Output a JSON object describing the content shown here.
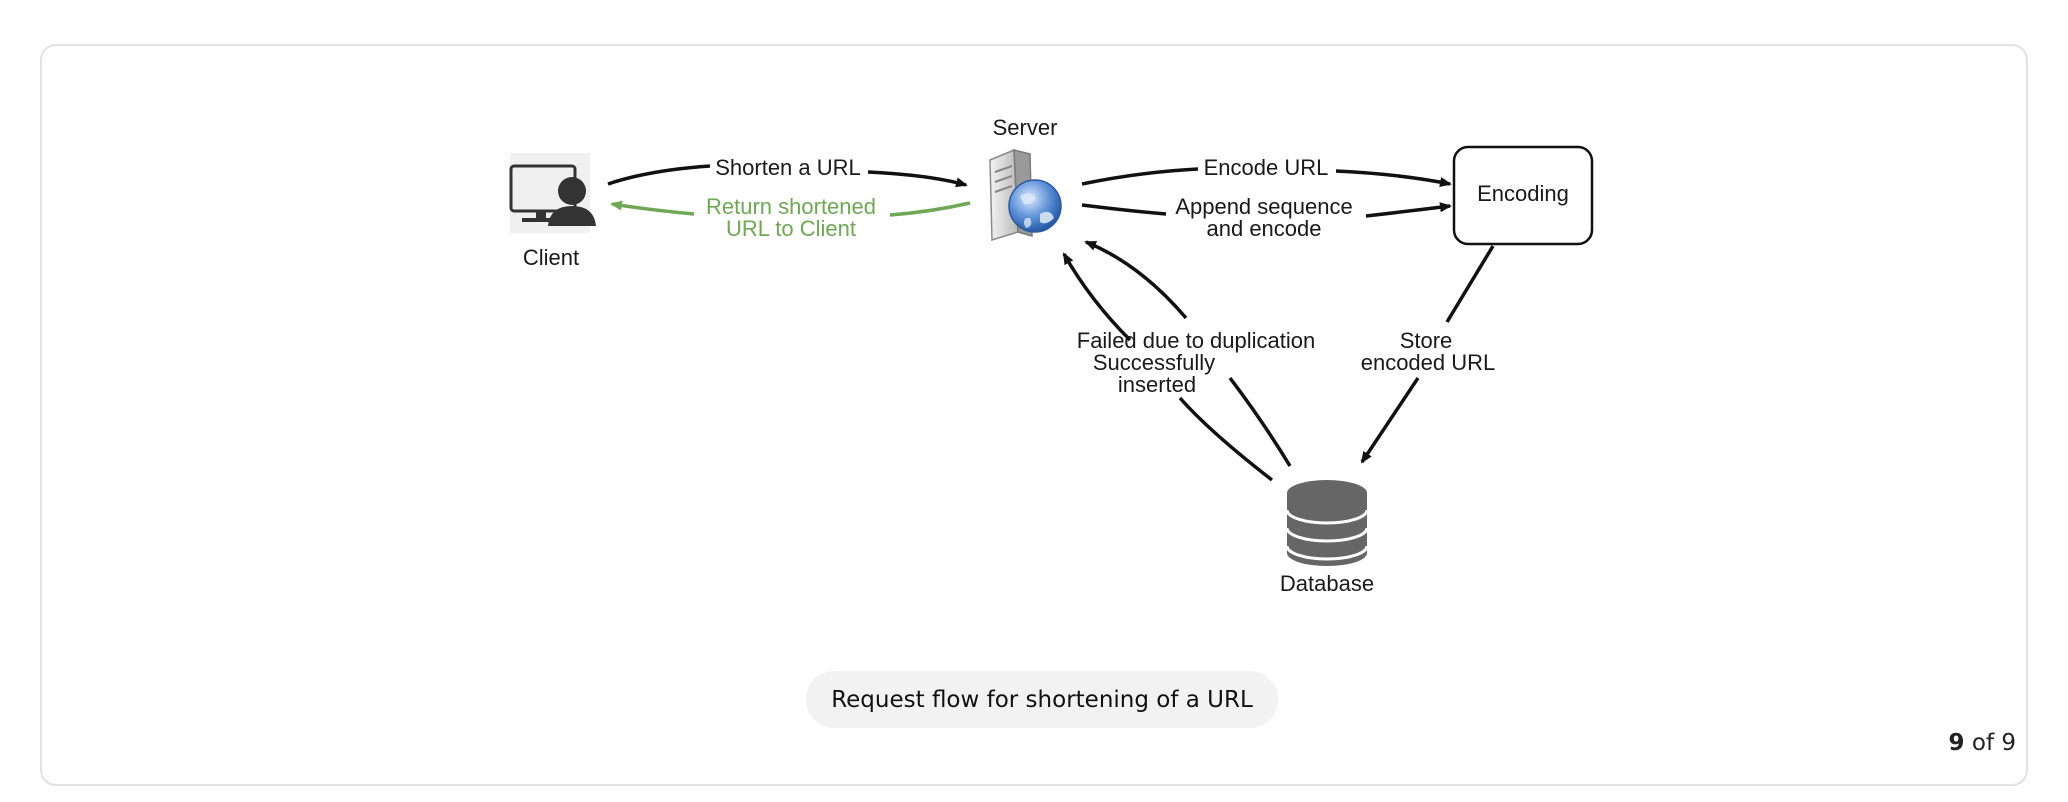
{
  "diagram": {
    "nodes": {
      "client": "Client",
      "server": "Server",
      "encoding": "Encoding",
      "database": "Database"
    },
    "edges": {
      "shorten": "Shorten a URL",
      "return_line1": "Return shortened",
      "return_line2": "URL to Client",
      "encode": "Encode URL",
      "append_line1": "Append sequence",
      "append_line2": "and encode",
      "failed": "Failed due to duplication",
      "success_line1": "Successfully",
      "success_line2": "inserted",
      "store_line1": "Store",
      "store_line2": "encoded URL"
    },
    "colors": {
      "arrow": "#111111",
      "return_arrow": "#6fa855",
      "icon_gray": "#666666"
    }
  },
  "caption": "Request flow for shortening of a URL",
  "pager": {
    "current": "9",
    "suffix": "of 9"
  }
}
